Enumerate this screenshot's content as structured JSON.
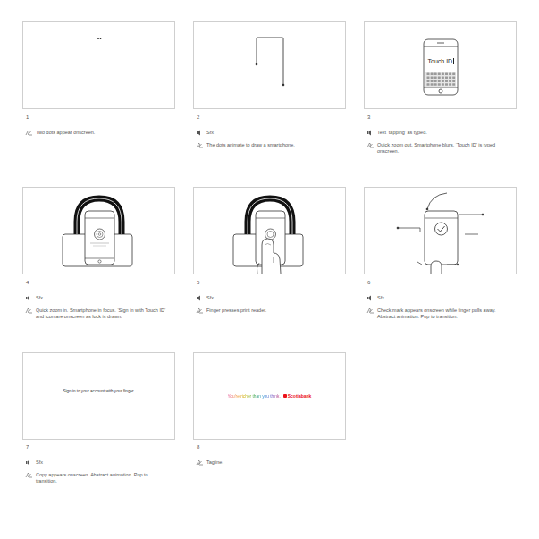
{
  "diagram": {
    "nodes": [
      {
        "text": [
          "Touch ID"
        ]
      },
      {
        "text": [
          "Sign in to your account with your finger."
        ]
      },
      {
        "text": [
          "You're richer than you think.",
          "Scotiabank"
        ]
      }
    ],
    "labels": [
      "1",
      "Two dots appear onscreen.",
      "2",
      "Sfx",
      "The dots animate to draw a smartphone.",
      "3",
      "Text ‘tapping’ as typed.",
      "Quick zoom out. Smartphone blurs. ‘Touch ID’ is typed onscreen.",
      "4",
      "Sfx",
      "Quick zoom in. Smartphone in focus. ‘Sign in with Touch ID’ and icon are onscreen as lock is drawn.",
      "5",
      "Sfx",
      "Finger presses print reader.",
      "6",
      "Sfx",
      "Check mark appears onscreen while finger pulls away. Abstract animation. Pop to transition.",
      "7",
      "Sfx",
      "Copy appears onscreen. Abstract animation. Pop to transition.",
      "8",
      "Tagline."
    ]
  }
}
